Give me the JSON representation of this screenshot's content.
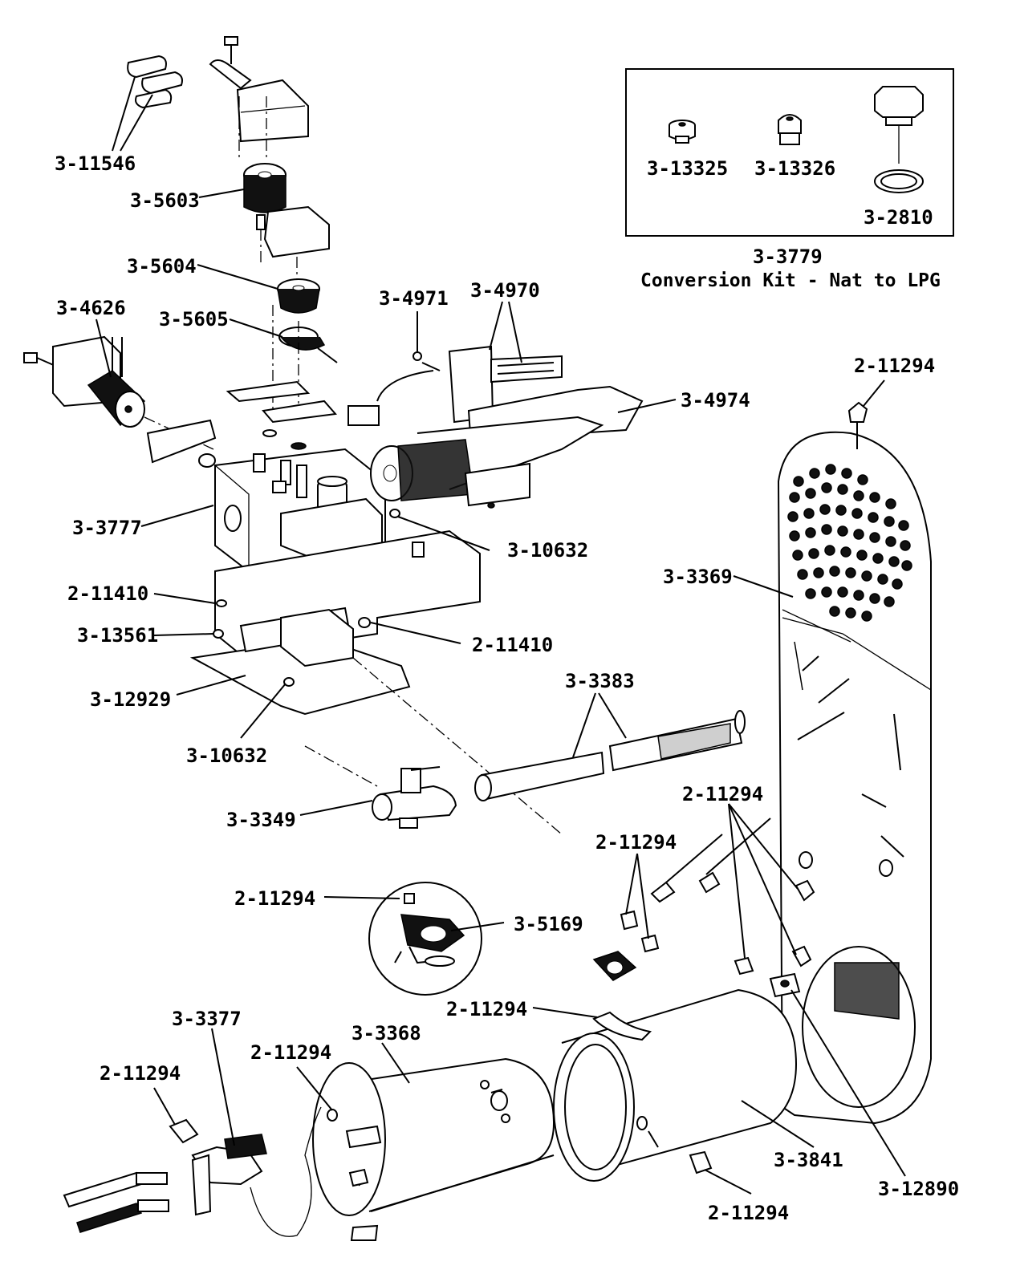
{
  "parts": {
    "p_3_11546": "3-11546",
    "p_3_5603": "3-5603",
    "p_3_5604": "3-5604",
    "p_3_5605": "3-5605",
    "p_3_4626": "3-4626",
    "p_3_4971": "3-4971",
    "p_3_4970": "3-4970",
    "p_3_4974": "3-4974",
    "p_3_3777": "3-3777",
    "p_3_10632_a": "3-10632",
    "p_2_11410_a": "2-11410",
    "p_3_13561": "3-13561",
    "p_2_11410_b": "2-11410",
    "p_3_12929": "3-12929",
    "p_3_10632_b": "3-10632",
    "p_3_3383": "3-3383",
    "p_3_3349": "3-3349",
    "p_3_3369": "3-3369",
    "p_2_11294_top": "2-11294",
    "p_2_11294_right": "2-11294",
    "p_2_11294_mid": "2-11294",
    "p_2_11294_inset": "2-11294",
    "p_3_5169": "3-5169",
    "p_2_11294_tube": "2-11294",
    "p_3_3377": "3-3377",
    "p_3_3368": "3-3368",
    "p_2_11294_left": "2-11294",
    "p_2_11294_drum": "2-11294",
    "p_3_3841": "3-3841",
    "p_3_12890": "3-12890",
    "p_2_11294_bottom": "2-11294"
  },
  "kit": {
    "part_a": "3-13325",
    "part_b": "3-13326",
    "part_c": "3-2810",
    "kit_number": "3-3779",
    "kit_title": "Conversion Kit - Nat to LPG"
  }
}
